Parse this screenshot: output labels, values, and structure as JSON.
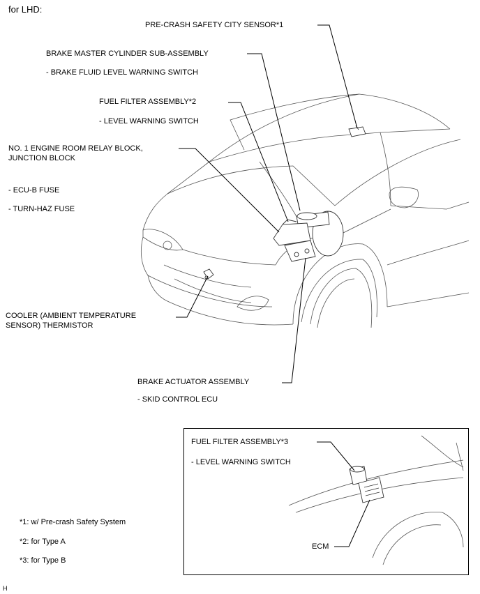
{
  "header": {
    "title": "for LHD:"
  },
  "labels": {
    "pcs_sensor": "PRE-CRASH SAFETY CITY SENSOR*1",
    "brake_master": "BRAKE MASTER CYLINDER SUB-ASSEMBLY",
    "brake_fluid_switch": "- BRAKE FLUID LEVEL WARNING SWITCH",
    "fuel_filter_a": "FUEL FILTER ASSEMBLY*2",
    "level_switch_a": "- LEVEL WARNING SWITCH",
    "relay_block_1": "NO. 1 ENGINE ROOM RELAY BLOCK,",
    "relay_block_2": "JUNCTION BLOCK",
    "ecu_b_fuse": "- ECU-B FUSE",
    "turn_haz_fuse": "- TURN-HAZ FUSE",
    "thermistor_1": "COOLER (AMBIENT TEMPERATURE",
    "thermistor_2": "SENSOR) THERMISTOR",
    "brake_actuator": "BRAKE ACTUATOR ASSEMBLY",
    "skid_ecu": "- SKID CONTROL ECU",
    "fuel_filter_b": "FUEL FILTER ASSEMBLY*3",
    "level_switch_b": "- LEVEL WARNING SWITCH",
    "ecm": "ECM"
  },
  "notes": {
    "n1": "*1: w/ Pre-crash Safety System",
    "n2": "*2: for Type A",
    "n3": "*3: for Type B"
  },
  "footer": {
    "code": "H"
  }
}
